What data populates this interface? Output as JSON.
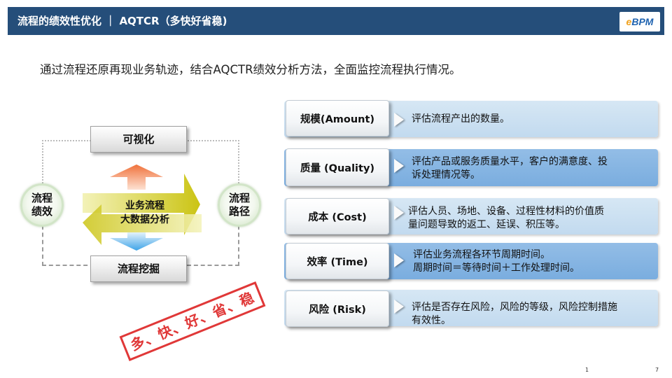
{
  "header": {
    "title": "流程的绩效性优化 ｜ AQTCR（多快好省稳)",
    "logo_prefix": "e",
    "logo_text": "BPM"
  },
  "intro": "通过流程还原再现业务轨迹，结合AQCTR绩效分析方法，全面监控流程执行情况。",
  "diagram": {
    "top_box": "可视化",
    "bottom_box": "流程挖掘",
    "left_circle_line1": "流程",
    "left_circle_line2": "绩效",
    "right_circle_line1": "流程",
    "right_circle_line2": "路径",
    "center_line1": "业务流程",
    "center_line2": "大数据分析",
    "stamp": "多、快、好、省、稳",
    "colors": {
      "up_arrow": "#f28b5c",
      "down_arrow": "#5fb1ea",
      "cycle_arrow": "#d6d21c",
      "stamp": "#e03838"
    }
  },
  "metrics": [
    {
      "label": "规模(Amount)",
      "desc1": "评估流程产出的数量。",
      "desc2": ""
    },
    {
      "label": "质量 (Quality)",
      "desc1": "评估产品或服务质量水平，客户的满意度、投",
      "desc2": "诉处理情况等。"
    },
    {
      "label": "成本 (Cost)",
      "desc1": "评估人员、场地、设备、过程性材料的价值质",
      "desc2": "量问题导致的返工、延误、积压等。"
    },
    {
      "label": "效率 (Time)",
      "desc1": "评估业务流程各环节周期时间。",
      "desc2": "周期时间＝等待时间＋工作处理时间。"
    },
    {
      "label": "风险 (Risk)",
      "desc1": "评估是否存在风险，风险的等级，风险控制措施",
      "desc2": "有效性。"
    }
  ],
  "footer": {
    "page_number": "1",
    "right_mark": "7"
  },
  "colors": {
    "header_bg": "#254e7a",
    "row_light": "#c9def0",
    "row_dark": "#86b5e2"
  }
}
